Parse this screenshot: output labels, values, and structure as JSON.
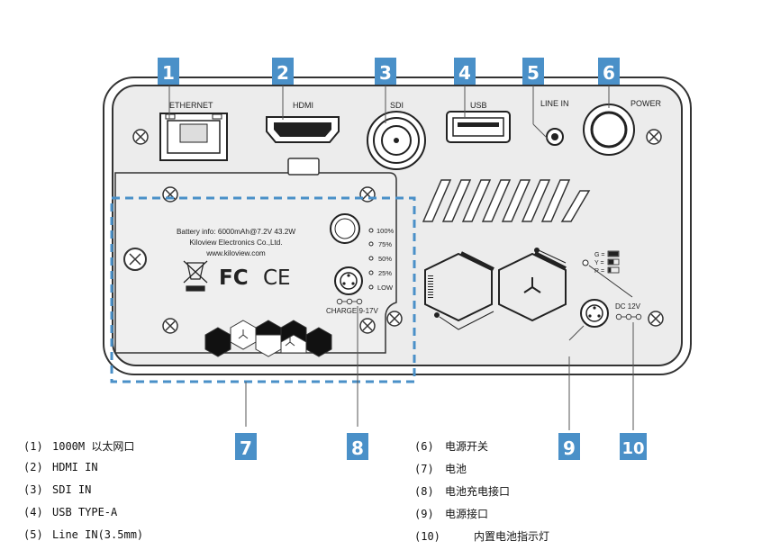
{
  "ports": {
    "ethernet": "ETHERNET",
    "hdmi": "HDMI",
    "sdi": "SDI",
    "usb": "USB",
    "line_in": "LINE IN",
    "power": "POWER"
  },
  "battery_label": {
    "line1": "Battery info: 6000mAh@7.2V 43.2W",
    "line2": "Kiloview Electronics Co.,Ltd.",
    "line3": "www.kiloview.com",
    "fc": "FC",
    "ce": "CE"
  },
  "battery_levels": [
    "100%",
    "75%",
    "50%",
    "25%",
    "LOW"
  ],
  "charge_label": "CHARGE 9-17V",
  "dc_label": "DC 12V",
  "indicator_legend": [
    "G =",
    "Y =",
    "R ="
  ],
  "badges": [
    "1",
    "2",
    "3",
    "4",
    "5",
    "6",
    "7",
    "8",
    "9",
    "10"
  ],
  "legend_left": [
    {
      "num": "(1)",
      "text": "1000M 以太网口"
    },
    {
      "num": "(2)",
      "text": "HDMI IN"
    },
    {
      "num": "(3)",
      "text": "SDI IN"
    },
    {
      "num": "(4)",
      "text": "USB TYPE-A"
    },
    {
      "num": "(5)",
      "text": "Line IN(3.5mm)"
    }
  ],
  "legend_right": [
    {
      "num": "(6)",
      "text": "电源开关"
    },
    {
      "num": "(7)",
      "text": "电池"
    },
    {
      "num": "(8)",
      "text": "电池充电接口"
    },
    {
      "num": "(9)",
      "text": "电源接口"
    },
    {
      "num": "(10)",
      "text": "内置电池指示灯"
    }
  ],
  "colors": {
    "badge": "#4a90c8",
    "dashed": "#4a90c8",
    "panel": "#e9e9e9",
    "outline": "#333333"
  }
}
